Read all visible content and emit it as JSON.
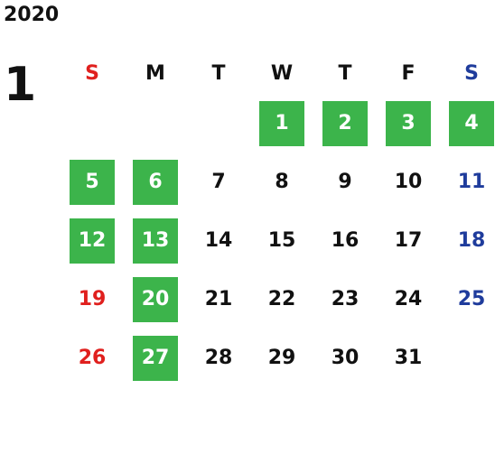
{
  "header": {
    "year": "2020",
    "month": "1"
  },
  "weekdays": [
    "S",
    "M",
    "T",
    "W",
    "T",
    "F",
    "S"
  ],
  "colors": {
    "holiday_bg": "#3cb44b",
    "sunday": "#e0201e",
    "saturday": "#1f3c9c",
    "weekday": "#111111"
  },
  "weeks": [
    [
      {
        "day": "",
        "holiday": false
      },
      {
        "day": "",
        "holiday": false
      },
      {
        "day": "",
        "holiday": false
      },
      {
        "day": "1",
        "holiday": true
      },
      {
        "day": "2",
        "holiday": true
      },
      {
        "day": "3",
        "holiday": true
      },
      {
        "day": "4",
        "holiday": true
      }
    ],
    [
      {
        "day": "5",
        "holiday": true
      },
      {
        "day": "6",
        "holiday": true
      },
      {
        "day": "7",
        "holiday": false
      },
      {
        "day": "8",
        "holiday": false
      },
      {
        "day": "9",
        "holiday": false
      },
      {
        "day": "10",
        "holiday": false
      },
      {
        "day": "11",
        "holiday": false
      }
    ],
    [
      {
        "day": "12",
        "holiday": true
      },
      {
        "day": "13",
        "holiday": true
      },
      {
        "day": "14",
        "holiday": false
      },
      {
        "day": "15",
        "holiday": false
      },
      {
        "day": "16",
        "holiday": false
      },
      {
        "day": "17",
        "holiday": false
      },
      {
        "day": "18",
        "holiday": false
      }
    ],
    [
      {
        "day": "19",
        "holiday": false
      },
      {
        "day": "20",
        "holiday": true
      },
      {
        "day": "21",
        "holiday": false
      },
      {
        "day": "22",
        "holiday": false
      },
      {
        "day": "23",
        "holiday": false
      },
      {
        "day": "24",
        "holiday": false
      },
      {
        "day": "25",
        "holiday": false
      }
    ],
    [
      {
        "day": "26",
        "holiday": false
      },
      {
        "day": "27",
        "holiday": true
      },
      {
        "day": "28",
        "holiday": false
      },
      {
        "day": "29",
        "holiday": false
      },
      {
        "day": "30",
        "holiday": false
      },
      {
        "day": "31",
        "holiday": false
      },
      {
        "day": "",
        "holiday": false
      }
    ]
  ]
}
